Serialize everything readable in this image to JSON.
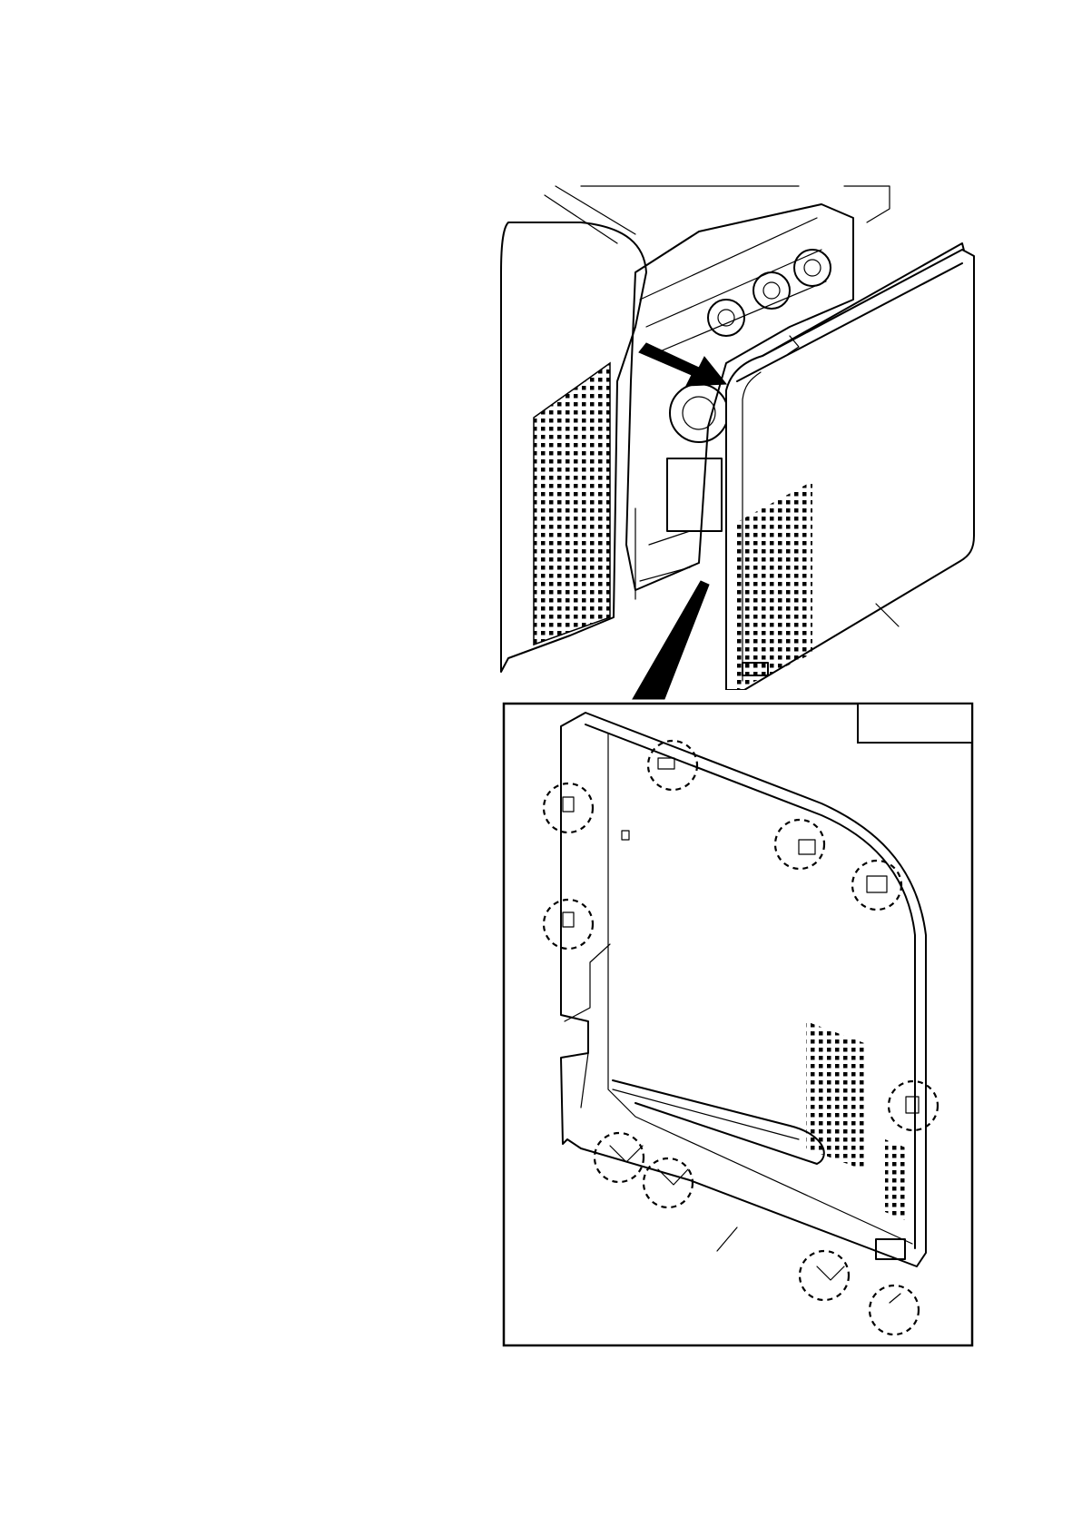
{
  "figure": {
    "icons": [
      "printer-right-cover-illustration",
      "removal-arrow-icon",
      "zoom-callout",
      "dashed-hook-circle"
    ],
    "detail_tab_label": ""
  }
}
